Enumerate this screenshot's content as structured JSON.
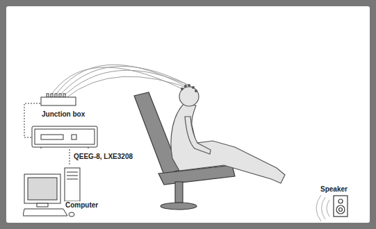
{
  "diagram": {
    "nodes": [
      {
        "text": [
          "Junction box"
        ]
      },
      {
        "text": [
          "QEEG-8, LXE3208"
        ]
      },
      {
        "text": [
          "Computer"
        ]
      },
      {
        "text": [
          "Speaker"
        ]
      }
    ],
    "edges": [
      {
        "from": 0,
        "to": 1,
        "arrow": "none"
      },
      {
        "from": 1,
        "to": 2,
        "arrow": "none"
      }
    ]
  }
}
